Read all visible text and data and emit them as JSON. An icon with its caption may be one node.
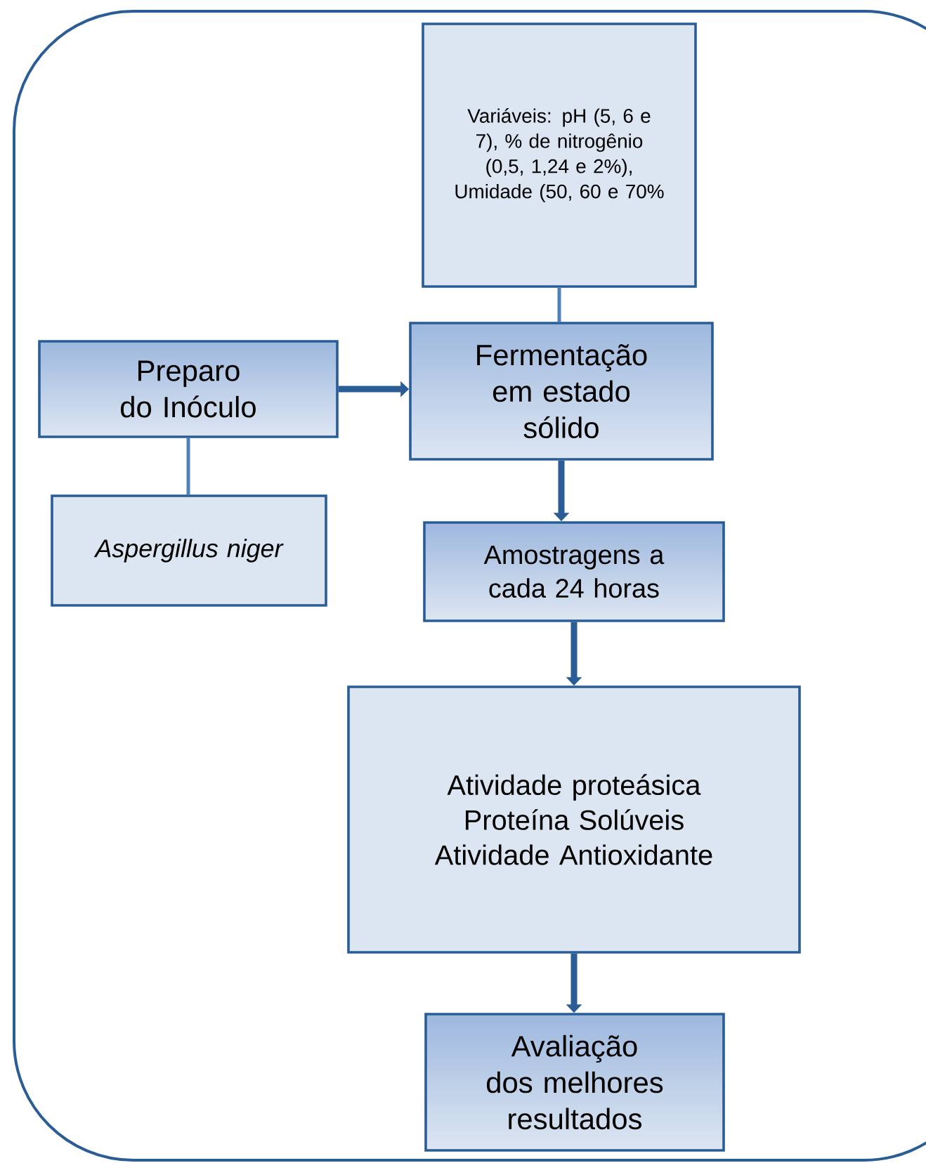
{
  "diagram": {
    "nodes": [
      {
        "text": [
          "Variáveis: pH (5, 6 e 7), % de nitrogênio (0,5, 1,24 e 2%), Umidade (50, 60 e 70%"
        ]
      },
      {
        "text": [
          "Preparo do Inóculo"
        ]
      },
      {
        "text": [
          "Fermentação em estado sólido"
        ]
      },
      {
        "text": [
          "Aspergillus niger"
        ]
      },
      {
        "text": [
          "Amostragens a cada 24 horas"
        ]
      },
      {
        "text": [
          "Atividade proteásica",
          "Proteína Solúveis",
          "Atividade Antioxidante"
        ]
      },
      {
        "text": [
          "Avaliação dos melhores resultados"
        ]
      }
    ],
    "edges": [
      {
        "from": 0,
        "to": 2,
        "arrow": "none",
        "color": "#4f81bd"
      },
      {
        "from": 1,
        "to": 2,
        "arrow": "to"
      },
      {
        "from": 1,
        "to": 3,
        "arrow": "none",
        "color": "#4f81bd"
      },
      {
        "from": 2,
        "to": 4,
        "arrow": "to"
      },
      {
        "from": 4,
        "to": 5,
        "arrow": "to"
      },
      {
        "from": 5,
        "to": 6,
        "arrow": "to"
      }
    ]
  }
}
